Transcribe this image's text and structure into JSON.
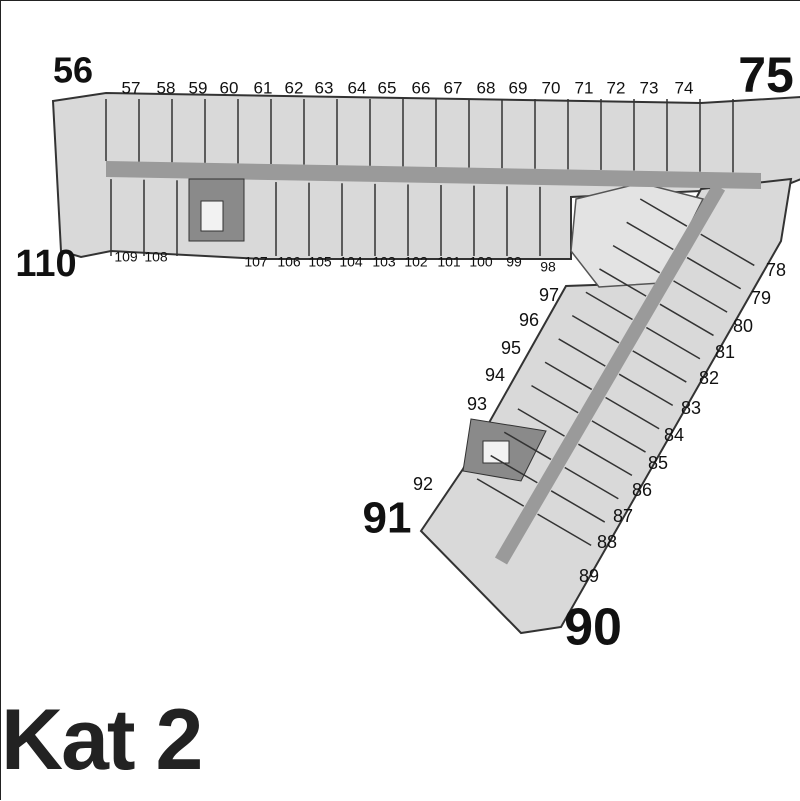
{
  "title": "Kat 2",
  "colors": {
    "unit_fill": "#d9d9d9",
    "corridor": "#9a9a9a",
    "core": "#8a8a8a",
    "courtyard": "#e3e3e3",
    "wall": "#333333"
  },
  "units": {
    "corner_top_left": "56",
    "top_row": [
      "57",
      "58",
      "59",
      "60",
      "61",
      "62",
      "63",
      "64",
      "65",
      "66",
      "67",
      "68",
      "69",
      "70",
      "71",
      "72",
      "73",
      "74"
    ],
    "corner_top_right": "75",
    "corner_bottom_left": "110",
    "bottom_row": [
      "109",
      "108",
      "107",
      "106",
      "105",
      "104",
      "103",
      "102",
      "101",
      "100",
      "99",
      "98"
    ],
    "right_diagonal": [
      "78",
      "79",
      "80",
      "81",
      "82",
      "83",
      "84",
      "85",
      "86",
      "87",
      "88",
      "89"
    ],
    "corner_bottom": "90",
    "left_diagonal": [
      "97",
      "96",
      "95",
      "94",
      "93",
      "92"
    ],
    "corner_left": "91"
  }
}
